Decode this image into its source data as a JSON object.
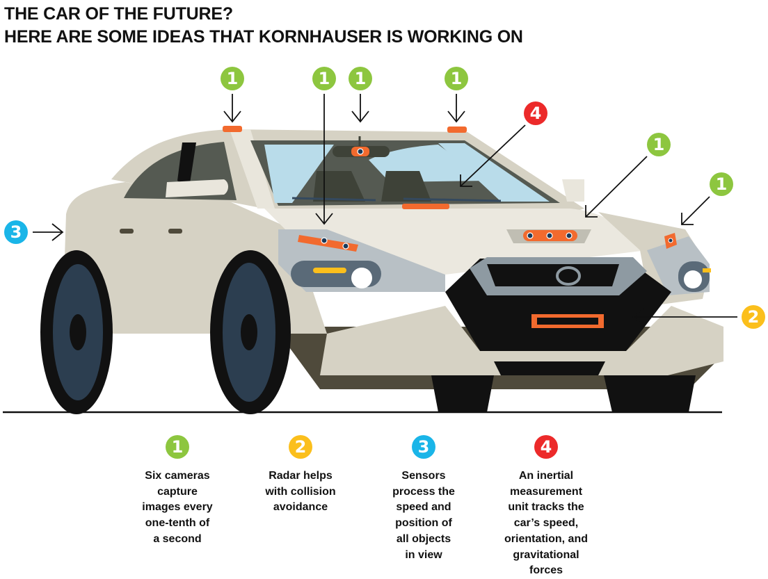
{
  "title": {
    "line1": "THE CAR OF THE FUTURE?",
    "line2": "HERE ARE SOME IDEAS THAT KORNHAUSER IS WORKING ON"
  },
  "colors": {
    "green": "#8dc63f",
    "yellow": "#fbbf1c",
    "blue": "#1ab5e8",
    "red": "#ec2a2a",
    "orange": "#f26a2e",
    "body": "#d6d2c4",
    "glass": "#b9dcea"
  },
  "callouts": [
    {
      "number": "1",
      "color": "green"
    },
    {
      "number": "1",
      "color": "green"
    },
    {
      "number": "1",
      "color": "green"
    },
    {
      "number": "1",
      "color": "green"
    },
    {
      "number": "1",
      "color": "green"
    },
    {
      "number": "1",
      "color": "green"
    },
    {
      "number": "2",
      "color": "yellow"
    },
    {
      "number": "3",
      "color": "blue"
    },
    {
      "number": "4",
      "color": "red"
    }
  ],
  "legend": [
    {
      "number": "1",
      "color": "green",
      "lines": [
        "Six cameras",
        "capture",
        "images every",
        "one-tenth of",
        "a second"
      ]
    },
    {
      "number": "2",
      "color": "yellow",
      "lines": [
        "Radar helps",
        "with collision",
        "avoidance"
      ]
    },
    {
      "number": "3",
      "color": "blue",
      "lines": [
        "Sensors",
        "process the",
        "speed and",
        "position of",
        "all objects",
        "in view"
      ]
    },
    {
      "number": "4",
      "color": "red",
      "lines": [
        "An inertial",
        "measurement",
        "unit tracks the",
        "car’s speed,",
        "orientation, and",
        "gravitational",
        "forces"
      ]
    }
  ]
}
